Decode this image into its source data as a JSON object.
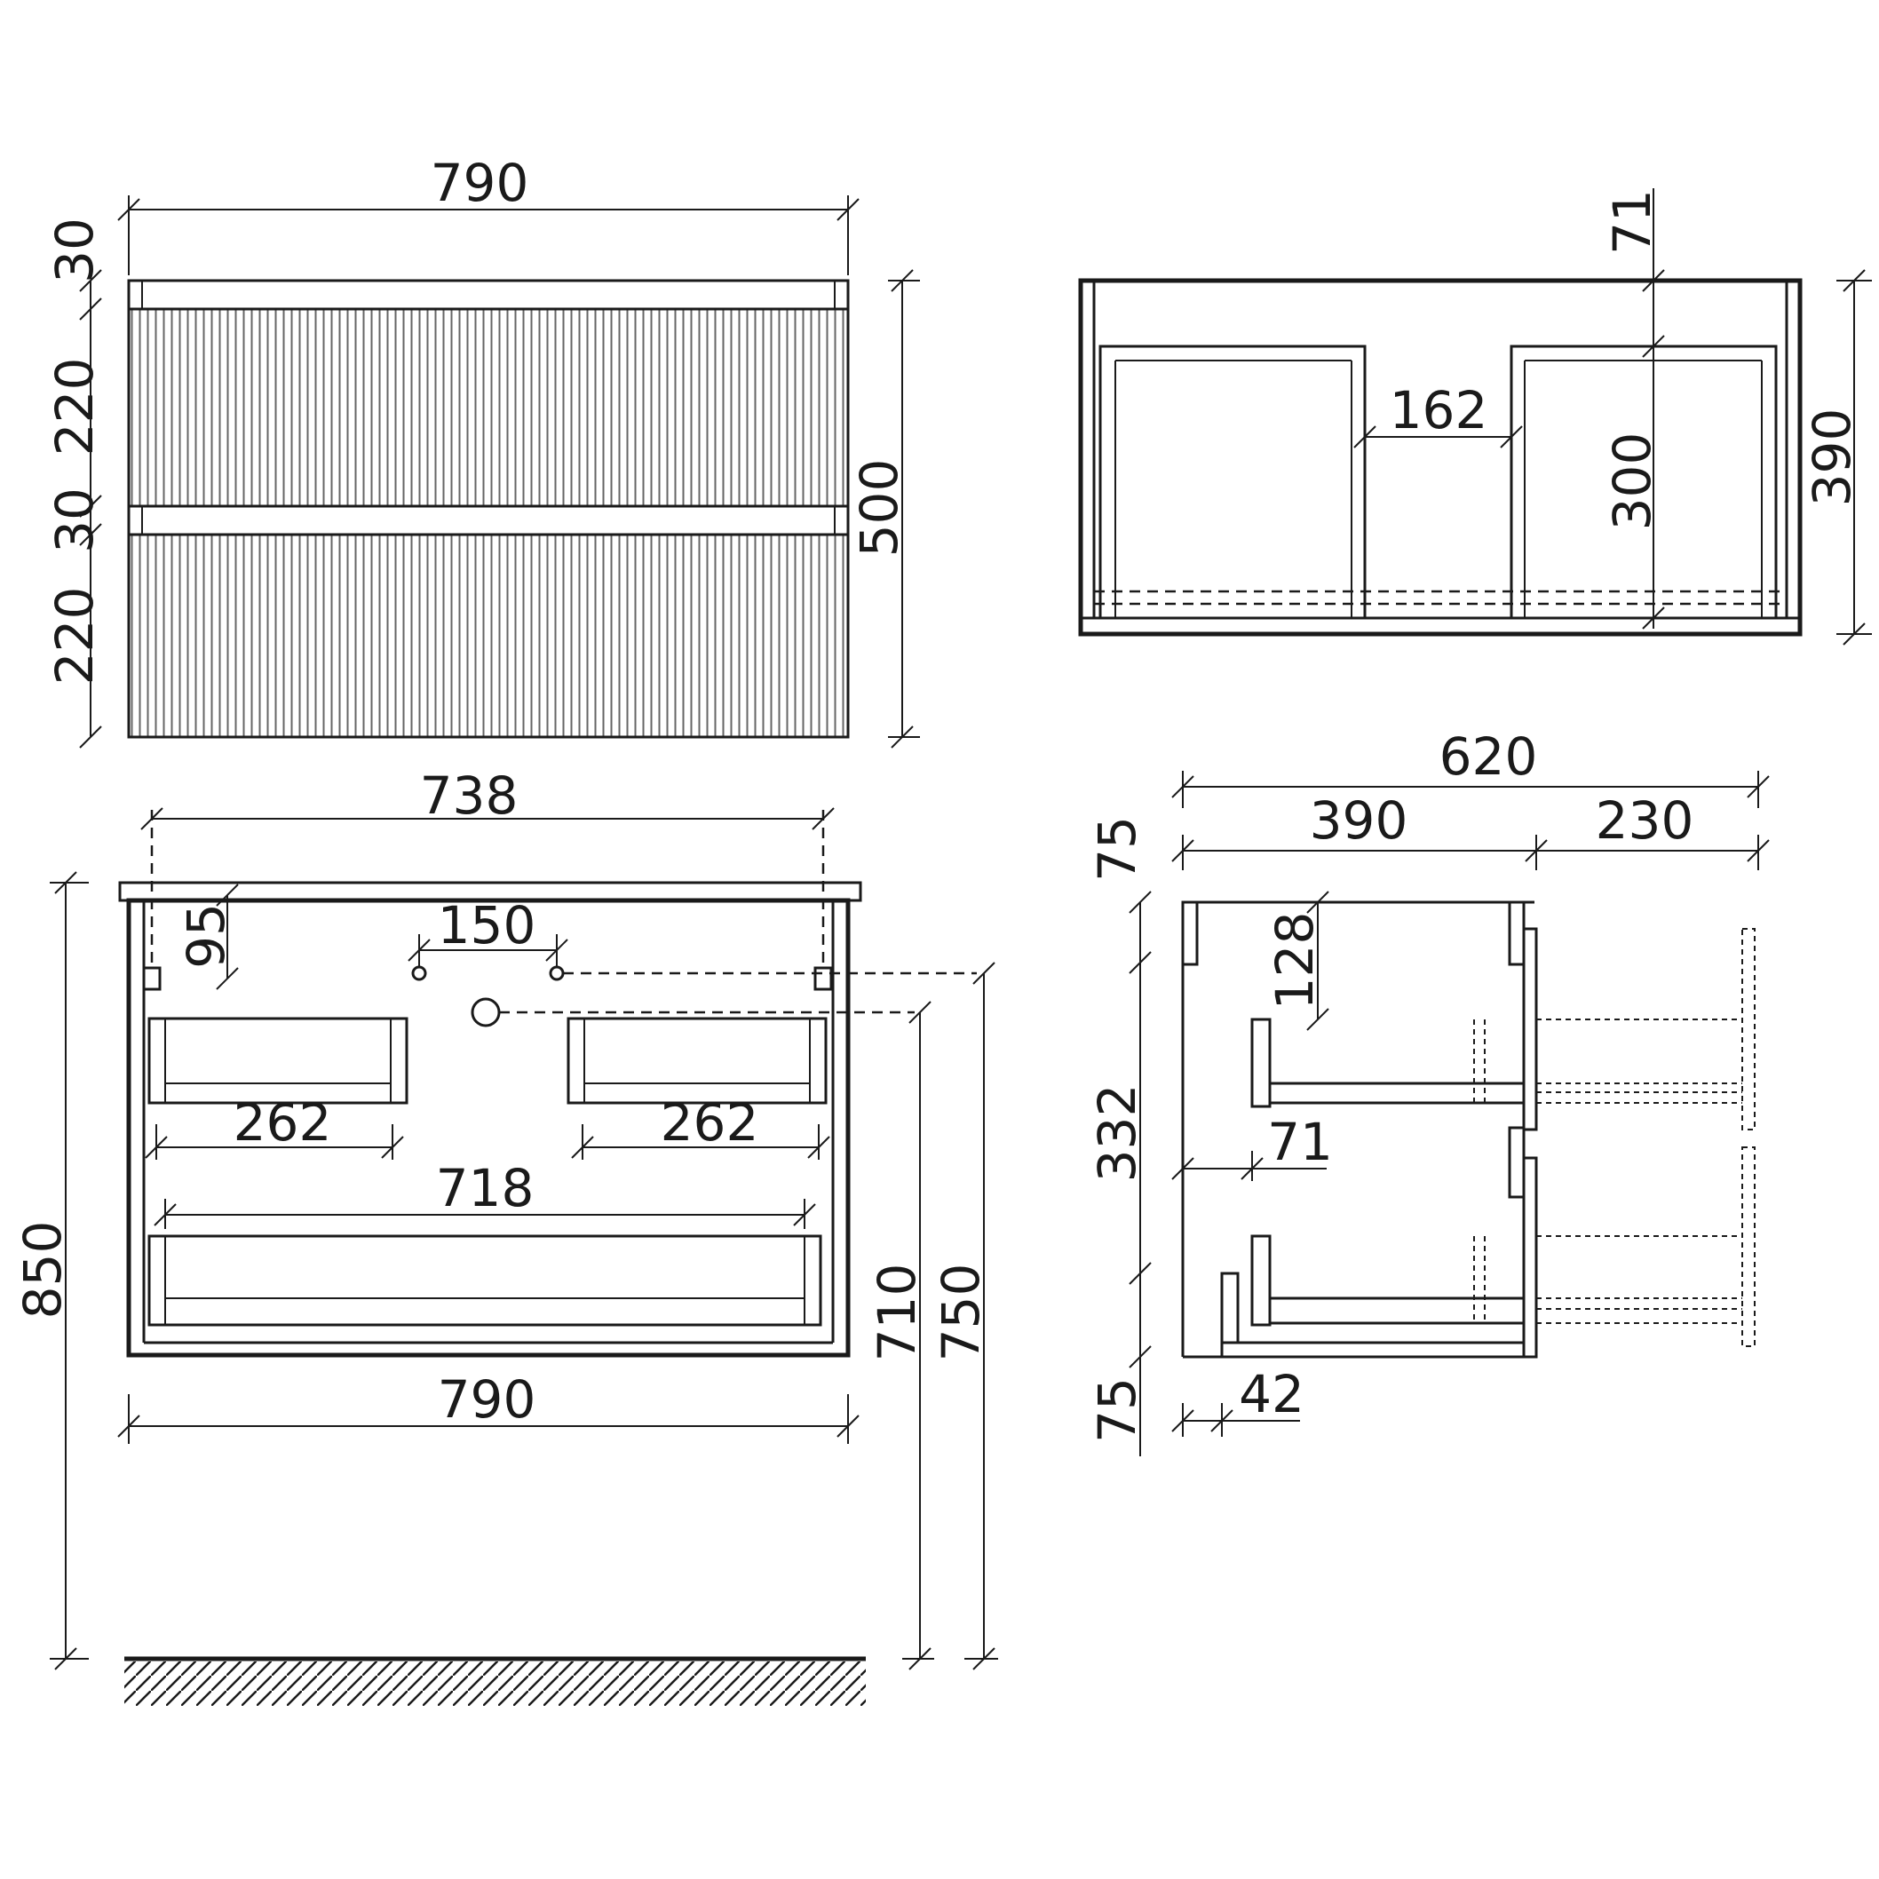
{
  "front_view": {
    "width": "790",
    "top_gap_1": "30",
    "drawer_1_height": "220",
    "top_gap_2": "30",
    "drawer_2_height": "220",
    "total_height": "500"
  },
  "top_view": {
    "rear_offset": "71",
    "internal_gap": "162",
    "drawer_depth": "300",
    "total_depth": "390"
  },
  "rear_view": {
    "mount_span": "738",
    "mount_drop": "95",
    "hole_spacing": "150",
    "shelf_left_width": "262",
    "shelf_right_width": "262",
    "bottom_shelf_width": "718",
    "bottom_width": "790",
    "height_710": "710",
    "height_750": "750",
    "floor_height": "850"
  },
  "side_view": {
    "total_width": "620",
    "body_depth": "390",
    "extension": "230",
    "top_75": "75",
    "offset_128": "128",
    "height_332": "332",
    "offset_71": "71",
    "bottom_75": "75",
    "offset_42": "42"
  }
}
